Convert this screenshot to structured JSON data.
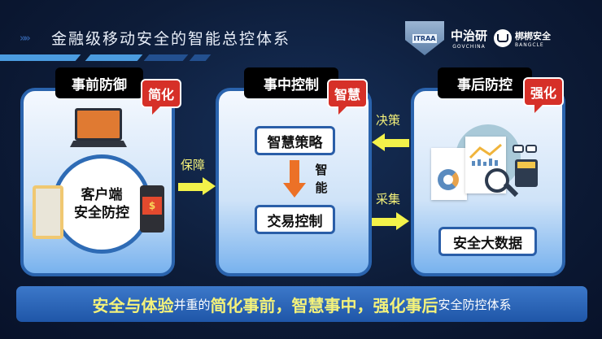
{
  "header": {
    "title": "金融级移动安全的智能总控体系",
    "chevrons": "»»",
    "logos": [
      {
        "name": "ITRAA",
        "label": "ITRAA"
      },
      {
        "name": "GOVCHINA",
        "label_cn": "中治研",
        "label_en": "GOVCHINA"
      },
      {
        "name": "BANGCLE",
        "label_cn": "梆梆安全",
        "label_en": "BANGCLE"
      }
    ]
  },
  "panels": [
    {
      "header": "事前防御",
      "badge": "简化",
      "circle_line1": "客户端",
      "circle_line2": "安全防控",
      "phone_symbol": "$"
    },
    {
      "header": "事中控制",
      "badge": "智慧",
      "box_top": "智慧策略",
      "box_bottom": "交易控制",
      "vertical_label": [
        "智",
        "能"
      ]
    },
    {
      "header": "事后防控",
      "badge": "强化",
      "box": "安全大数据"
    }
  ],
  "arrows": [
    {
      "label": "保障",
      "direction": "right"
    },
    {
      "label": "决策",
      "direction": "left"
    },
    {
      "label": "采集",
      "direction": "right"
    }
  ],
  "footer": {
    "segments": [
      {
        "text": "安全与体验",
        "style": "big"
      },
      {
        "text": "并重的",
        "style": "small"
      },
      {
        "text": "简化事前，智慧事中，强化事后",
        "style": "big"
      },
      {
        "text": "安全防控体系",
        "style": "small"
      }
    ]
  },
  "colors": {
    "background": "#0c1a33",
    "panel_border": "#2a63ad",
    "badge_red": "#d63028",
    "arrow_yellow": "#f3f24a",
    "orange_arrow": "#ec7127",
    "footer_highlight": "#f4f27a"
  }
}
